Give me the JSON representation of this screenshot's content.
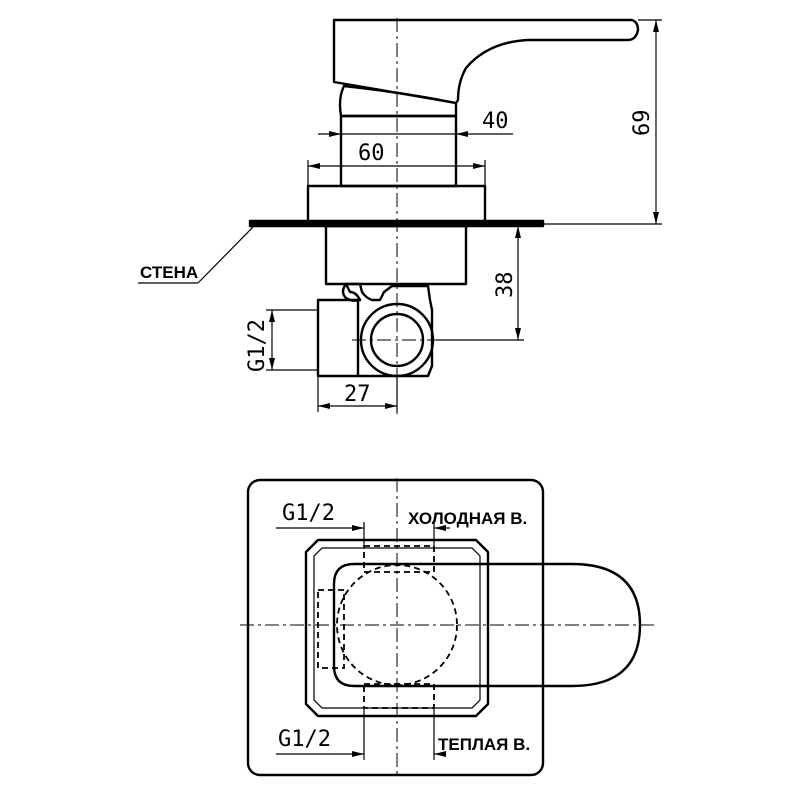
{
  "side_view": {
    "dim_width_top": "40",
    "dim_width_body": "60",
    "dim_height_total": "69",
    "dim_height_below_wall": "38",
    "dim_connection_thread": "G1/2",
    "dim_connection_width": "27",
    "wall_label": "СТЕНА"
  },
  "top_view": {
    "cold_thread": "G1/2",
    "cold_label": "ХОЛОДНАЯ В.",
    "warm_thread": "G1/2",
    "warm_label": "ТЕПЛАЯ В."
  }
}
